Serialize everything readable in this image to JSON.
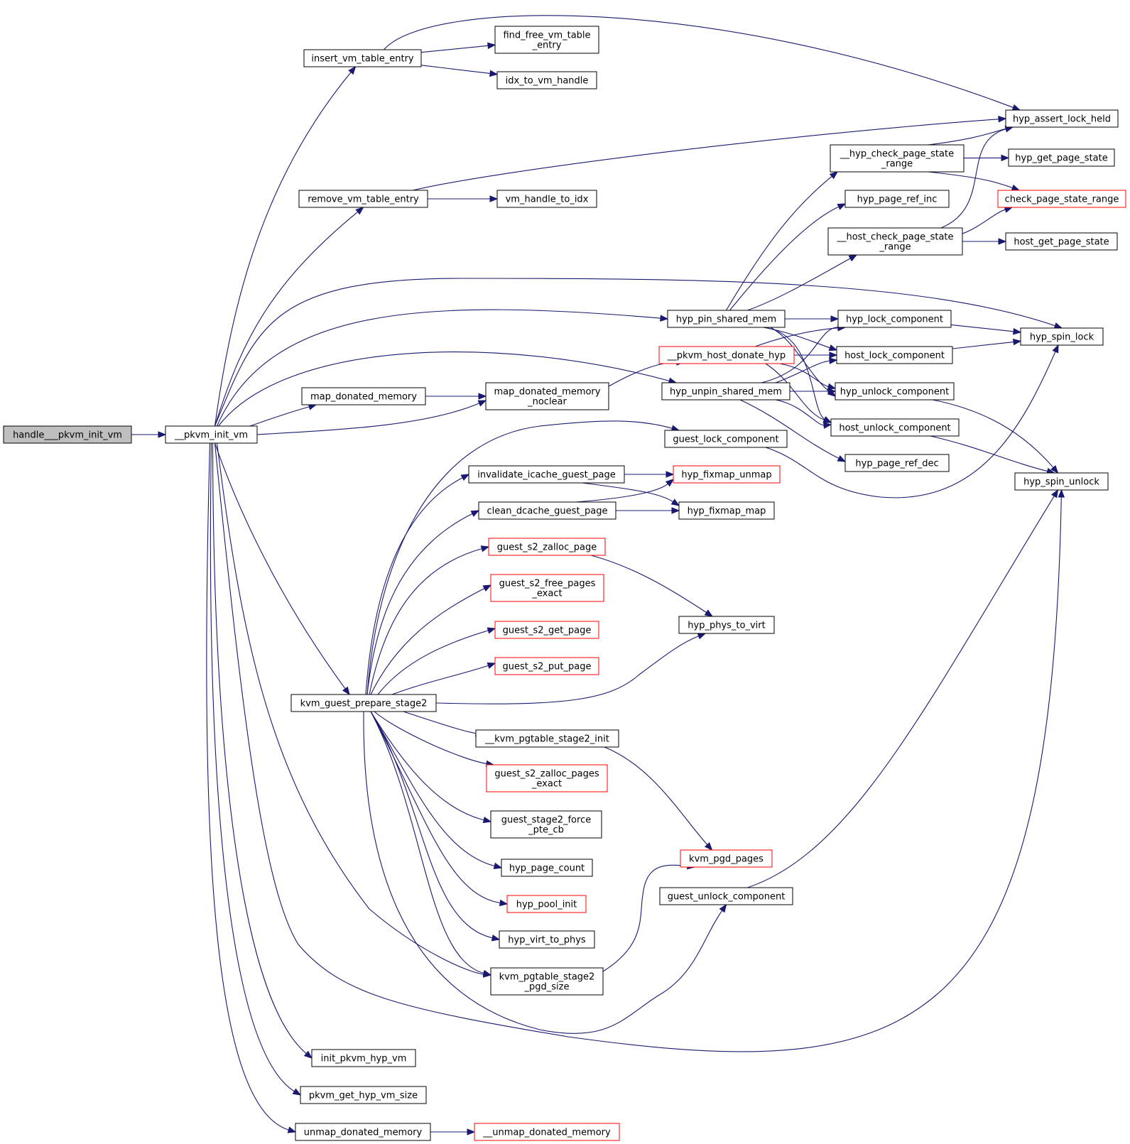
{
  "colors": {
    "edge": "#191970",
    "box_border": "#000000",
    "truncated_border": "#ff0000",
    "root_fill": "#bfbfbf",
    "box_fill": "#ffffff"
  },
  "nodes": [
    {
      "id": "handle_init_vm",
      "label": [
        "handle___pkvm_init_vm"
      ],
      "root": true
    },
    {
      "id": "pkvm_init_vm",
      "label": [
        "__pkvm_init_vm"
      ]
    },
    {
      "id": "insert_vm_table_entry",
      "label": [
        "insert_vm_table_entry"
      ]
    },
    {
      "id": "find_free_vm_table_entry",
      "label": [
        "find_free_vm_table",
        "_entry"
      ]
    },
    {
      "id": "idx_to_vm_handle",
      "label": [
        "idx_to_vm_handle"
      ]
    },
    {
      "id": "hyp_assert_lock_held",
      "label": [
        "hyp_assert_lock_held"
      ]
    },
    {
      "id": "hyp_check_page_state_range",
      "label": [
        "__hyp_check_page_state",
        "_range"
      ]
    },
    {
      "id": "hyp_get_page_state",
      "label": [
        "hyp_get_page_state"
      ]
    },
    {
      "id": "remove_vm_table_entry",
      "label": [
        "remove_vm_table_entry"
      ]
    },
    {
      "id": "vm_handle_to_idx",
      "label": [
        "vm_handle_to_idx"
      ]
    },
    {
      "id": "hyp_page_ref_inc",
      "label": [
        "hyp_page_ref_inc"
      ]
    },
    {
      "id": "check_page_state_range",
      "label": [
        "check_page_state_range"
      ],
      "truncated": true
    },
    {
      "id": "host_check_page_state_range",
      "label": [
        "__host_check_page_state",
        "_range"
      ]
    },
    {
      "id": "host_get_page_state",
      "label": [
        "host_get_page_state"
      ]
    },
    {
      "id": "hyp_pin_shared_mem",
      "label": [
        "hyp_pin_shared_mem"
      ]
    },
    {
      "id": "hyp_lock_component",
      "label": [
        "hyp_lock_component"
      ]
    },
    {
      "id": "hyp_spin_lock",
      "label": [
        "hyp_spin_lock"
      ]
    },
    {
      "id": "pkvm_host_donate_hyp",
      "label": [
        "__pkvm_host_donate_hyp"
      ],
      "truncated": true
    },
    {
      "id": "host_lock_component",
      "label": [
        "host_lock_component"
      ]
    },
    {
      "id": "map_donated_memory",
      "label": [
        "map_donated_memory"
      ]
    },
    {
      "id": "map_donated_memory_noclear",
      "label": [
        "map_donated_memory",
        "_noclear"
      ]
    },
    {
      "id": "hyp_unpin_shared_mem",
      "label": [
        "hyp_unpin_shared_mem"
      ]
    },
    {
      "id": "hyp_unlock_component",
      "label": [
        "hyp_unlock_component"
      ]
    },
    {
      "id": "host_unlock_component",
      "label": [
        "host_unlock_component"
      ]
    },
    {
      "id": "guest_lock_component",
      "label": [
        "guest_lock_component"
      ]
    },
    {
      "id": "hyp_page_ref_dec",
      "label": [
        "hyp_page_ref_dec"
      ]
    },
    {
      "id": "invalidate_icache_guest_page",
      "label": [
        "invalidate_icache_guest_page"
      ]
    },
    {
      "id": "hyp_fixmap_unmap",
      "label": [
        "hyp_fixmap_unmap"
      ],
      "truncated": true
    },
    {
      "id": "hyp_spin_unlock",
      "label": [
        "hyp_spin_unlock"
      ]
    },
    {
      "id": "clean_dcache_guest_page",
      "label": [
        "clean_dcache_guest_page"
      ]
    },
    {
      "id": "hyp_fixmap_map",
      "label": [
        "hyp_fixmap_map"
      ]
    },
    {
      "id": "guest_s2_zalloc_page",
      "label": [
        "guest_s2_zalloc_page"
      ],
      "truncated": true
    },
    {
      "id": "guest_s2_free_pages_exact",
      "label": [
        "guest_s2_free_pages",
        "_exact"
      ],
      "truncated": true
    },
    {
      "id": "hyp_phys_to_virt",
      "label": [
        "hyp_phys_to_virt"
      ]
    },
    {
      "id": "guest_s2_get_page",
      "label": [
        "guest_s2_get_page"
      ],
      "truncated": true
    },
    {
      "id": "guest_s2_put_page",
      "label": [
        "guest_s2_put_page"
      ],
      "truncated": true
    },
    {
      "id": "kvm_guest_prepare_stage2",
      "label": [
        "kvm_guest_prepare_stage2"
      ]
    },
    {
      "id": "kvm_pgtable_stage2_init",
      "label": [
        "__kvm_pgtable_stage2_init"
      ]
    },
    {
      "id": "guest_s2_zalloc_pages_exact",
      "label": [
        "guest_s2_zalloc_pages",
        "_exact"
      ],
      "truncated": true
    },
    {
      "id": "guest_stage2_force_pte_cb",
      "label": [
        "guest_stage2_force",
        "_pte_cb"
      ]
    },
    {
      "id": "hyp_page_count",
      "label": [
        "hyp_page_count"
      ]
    },
    {
      "id": "kvm_pgd_pages",
      "label": [
        "kvm_pgd_pages"
      ],
      "truncated": true
    },
    {
      "id": "guest_unlock_component",
      "label": [
        "guest_unlock_component"
      ]
    },
    {
      "id": "hyp_pool_init",
      "label": [
        "hyp_pool_init"
      ],
      "truncated": true
    },
    {
      "id": "hyp_virt_to_phys",
      "label": [
        "hyp_virt_to_phys"
      ]
    },
    {
      "id": "kvm_pgtable_stage2_pgd_size",
      "label": [
        "kvm_pgtable_stage2",
        "_pgd_size"
      ]
    },
    {
      "id": "init_pkvm_hyp_vm",
      "label": [
        "init_pkvm_hyp_vm"
      ]
    },
    {
      "id": "pkvm_get_hyp_vm_size",
      "label": [
        "pkvm_get_hyp_vm_size"
      ]
    },
    {
      "id": "unmap_donated_memory",
      "label": [
        "unmap_donated_memory"
      ]
    },
    {
      "id": "unmap_donated_memory_2",
      "label": [
        "__unmap_donated_memory"
      ],
      "truncated": true
    }
  ],
  "edges": [
    {
      "from": "handle_init_vm",
      "to": "pkvm_init_vm"
    },
    {
      "from": "pkvm_init_vm",
      "to": "insert_vm_table_entry"
    },
    {
      "from": "pkvm_init_vm",
      "to": "remove_vm_table_entry"
    },
    {
      "from": "pkvm_init_vm",
      "to": "hyp_spin_lock"
    },
    {
      "from": "pkvm_init_vm",
      "to": "hyp_pin_shared_mem"
    },
    {
      "from": "pkvm_init_vm",
      "to": "hyp_unpin_shared_mem"
    },
    {
      "from": "pkvm_init_vm",
      "to": "map_donated_memory"
    },
    {
      "from": "pkvm_init_vm",
      "to": "map_donated_memory_noclear"
    },
    {
      "from": "pkvm_init_vm",
      "to": "kvm_guest_prepare_stage2"
    },
    {
      "from": "pkvm_init_vm",
      "to": "kvm_pgtable_stage2_pgd_size"
    },
    {
      "from": "pkvm_init_vm",
      "to": "hyp_spin_unlock"
    },
    {
      "from": "pkvm_init_vm",
      "to": "init_pkvm_hyp_vm"
    },
    {
      "from": "pkvm_init_vm",
      "to": "pkvm_get_hyp_vm_size"
    },
    {
      "from": "pkvm_init_vm",
      "to": "unmap_donated_memory"
    },
    {
      "from": "insert_vm_table_entry",
      "to": "find_free_vm_table_entry"
    },
    {
      "from": "insert_vm_table_entry",
      "to": "idx_to_vm_handle"
    },
    {
      "from": "insert_vm_table_entry",
      "to": "hyp_assert_lock_held"
    },
    {
      "from": "remove_vm_table_entry",
      "to": "vm_handle_to_idx"
    },
    {
      "from": "remove_vm_table_entry",
      "to": "hyp_assert_lock_held"
    },
    {
      "from": "hyp_check_page_state_range",
      "to": "hyp_assert_lock_held"
    },
    {
      "from": "hyp_check_page_state_range",
      "to": "hyp_get_page_state"
    },
    {
      "from": "hyp_check_page_state_range",
      "to": "check_page_state_range"
    },
    {
      "from": "host_check_page_state_range",
      "to": "hyp_assert_lock_held"
    },
    {
      "from": "host_check_page_state_range",
      "to": "check_page_state_range"
    },
    {
      "from": "host_check_page_state_range",
      "to": "host_get_page_state"
    },
    {
      "from": "hyp_pin_shared_mem",
      "to": "hyp_check_page_state_range"
    },
    {
      "from": "hyp_pin_shared_mem",
      "to": "hyp_page_ref_inc"
    },
    {
      "from": "hyp_pin_shared_mem",
      "to": "host_check_page_state_range"
    },
    {
      "from": "hyp_pin_shared_mem",
      "to": "hyp_lock_component"
    },
    {
      "from": "hyp_pin_shared_mem",
      "to": "host_lock_component"
    },
    {
      "from": "hyp_pin_shared_mem",
      "to": "hyp_unlock_component"
    },
    {
      "from": "hyp_pin_shared_mem",
      "to": "host_unlock_component"
    },
    {
      "from": "hyp_lock_component",
      "to": "hyp_spin_lock"
    },
    {
      "from": "host_lock_component",
      "to": "hyp_spin_lock"
    },
    {
      "from": "pkvm_host_donate_hyp",
      "to": "hyp_lock_component"
    },
    {
      "from": "pkvm_host_donate_hyp",
      "to": "host_lock_component"
    },
    {
      "from": "pkvm_host_donate_hyp",
      "to": "hyp_unlock_component"
    },
    {
      "from": "pkvm_host_donate_hyp",
      "to": "host_unlock_component"
    },
    {
      "from": "map_donated_memory",
      "to": "map_donated_memory_noclear"
    },
    {
      "from": "map_donated_memory_noclear",
      "to": "pkvm_host_donate_hyp"
    },
    {
      "from": "hyp_unpin_shared_mem",
      "to": "hyp_lock_component"
    },
    {
      "from": "hyp_unpin_shared_mem",
      "to": "host_lock_component"
    },
    {
      "from": "hyp_unpin_shared_mem",
      "to": "hyp_unlock_component"
    },
    {
      "from": "hyp_unpin_shared_mem",
      "to": "host_unlock_component"
    },
    {
      "from": "hyp_unpin_shared_mem",
      "to": "hyp_page_ref_dec"
    },
    {
      "from": "hyp_unlock_component",
      "to": "hyp_spin_unlock"
    },
    {
      "from": "host_unlock_component",
      "to": "hyp_spin_unlock"
    },
    {
      "from": "guest_lock_component",
      "to": "hyp_spin_lock"
    },
    {
      "from": "guest_unlock_component",
      "to": "hyp_spin_unlock"
    },
    {
      "from": "invalidate_icache_guest_page",
      "to": "hyp_fixmap_unmap"
    },
    {
      "from": "invalidate_icache_guest_page",
      "to": "hyp_fixmap_map"
    },
    {
      "from": "clean_dcache_guest_page",
      "to": "hyp_fixmap_unmap"
    },
    {
      "from": "clean_dcache_guest_page",
      "to": "hyp_fixmap_map"
    },
    {
      "from": "guest_s2_zalloc_page",
      "to": "hyp_phys_to_virt"
    },
    {
      "from": "kvm_guest_prepare_stage2",
      "to": "guest_lock_component"
    },
    {
      "from": "kvm_guest_prepare_stage2",
      "to": "invalidate_icache_guest_page"
    },
    {
      "from": "kvm_guest_prepare_stage2",
      "to": "clean_dcache_guest_page"
    },
    {
      "from": "kvm_guest_prepare_stage2",
      "to": "guest_s2_zalloc_page"
    },
    {
      "from": "kvm_guest_prepare_stage2",
      "to": "guest_s2_free_pages_exact"
    },
    {
      "from": "kvm_guest_prepare_stage2",
      "to": "guest_s2_get_page"
    },
    {
      "from": "kvm_guest_prepare_stage2",
      "to": "guest_s2_put_page"
    },
    {
      "from": "kvm_guest_prepare_stage2",
      "to": "hyp_phys_to_virt"
    },
    {
      "from": "kvm_guest_prepare_stage2",
      "to": "kvm_pgtable_stage2_init"
    },
    {
      "from": "kvm_guest_prepare_stage2",
      "to": "guest_s2_zalloc_pages_exact"
    },
    {
      "from": "kvm_guest_prepare_stage2",
      "to": "guest_stage2_force_pte_cb"
    },
    {
      "from": "kvm_guest_prepare_stage2",
      "to": "hyp_page_count"
    },
    {
      "from": "kvm_guest_prepare_stage2",
      "to": "hyp_pool_init"
    },
    {
      "from": "kvm_guest_prepare_stage2",
      "to": "hyp_virt_to_phys"
    },
    {
      "from": "kvm_guest_prepare_stage2",
      "to": "kvm_pgtable_stage2_pgd_size"
    },
    {
      "from": "kvm_guest_prepare_stage2",
      "to": "guest_unlock_component"
    },
    {
      "from": "kvm_pgtable_stage2_init",
      "to": "kvm_pgd_pages"
    },
    {
      "from": "kvm_pgtable_stage2_pgd_size",
      "to": "kvm_pgd_pages"
    },
    {
      "from": "unmap_donated_memory",
      "to": "unmap_donated_memory_2"
    }
  ]
}
